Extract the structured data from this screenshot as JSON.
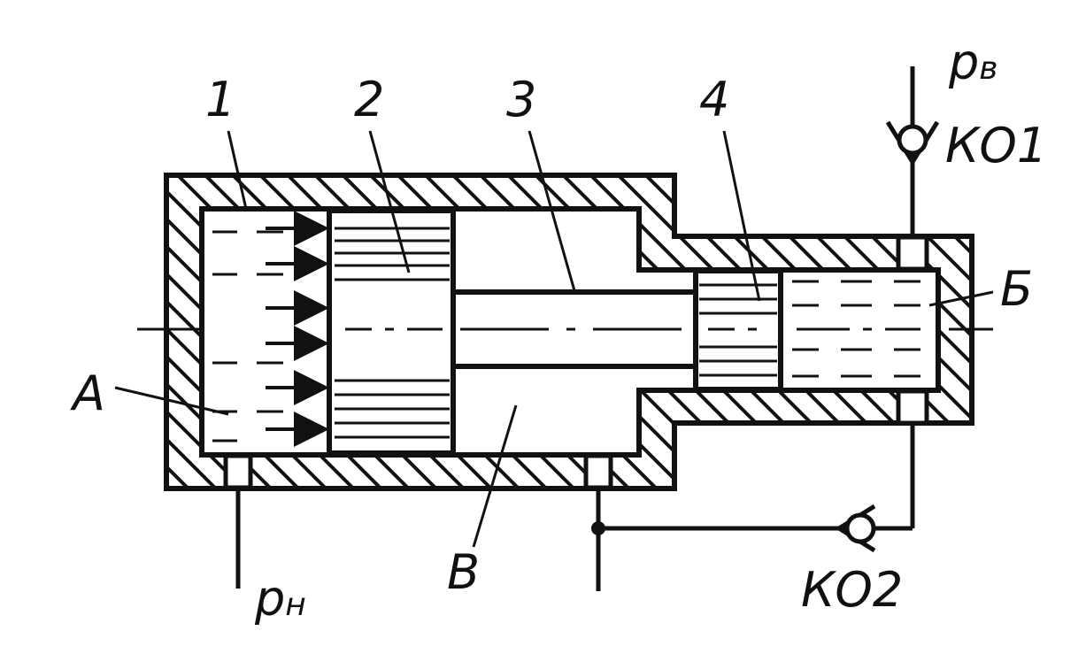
{
  "labels": {
    "part1": "1",
    "part2": "2",
    "part3": "3",
    "part4": "4",
    "chamber_a": "А",
    "chamber_b": "Б",
    "chamber_v": "В",
    "p_main": "p",
    "p_low_sub": "н",
    "p_high_sub": "в",
    "valve1": "КО1",
    "valve2": "КО2"
  },
  "colors": {
    "ink": "#111111",
    "paper": "#ffffff"
  }
}
